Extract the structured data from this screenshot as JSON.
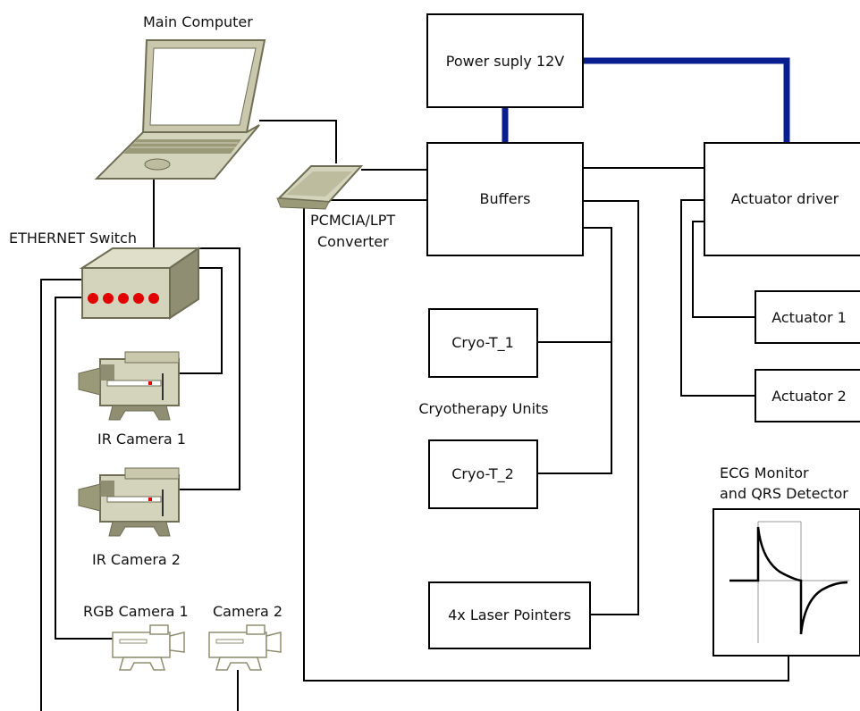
{
  "labels": {
    "main_computer": "Main Computer",
    "ethernet_switch": "ETHERNET Switch",
    "pcmcia_line1": "PCMCIA/LPT",
    "pcmcia_line2": "Converter",
    "ir_camera_1": "IR Camera 1",
    "ir_camera_2": "IR Camera 2",
    "rgb_camera_1": "RGB Camera 1",
    "camera_2": "Camera 2",
    "cryotherapy_units": "Cryotherapy Units",
    "ecg_line1": "ECG Monitor",
    "ecg_line2": "and QRS Detector"
  },
  "boxes": {
    "power_supply": "Power suply 12V",
    "buffers": "Buffers",
    "actuator_driver": "Actuator driver",
    "cryo_t1": "Cryo-T_1",
    "cryo_t2": "Cryo-T_2",
    "laser_pointers": "4x Laser Pointers",
    "actuator_1": "Actuator 1",
    "actuator_2": "Actuator 2"
  },
  "colors": {
    "power_line": "#0a1f8f",
    "device_body": "#d4d3bb",
    "device_dark": "#8f8e72",
    "switch_led": "#e00000"
  },
  "icons": {
    "computer": "laptop-icon",
    "switch": "ethernet-switch-icon",
    "converter": "pcmcia-card-icon",
    "ir_camera": "video-camera-icon",
    "rgb_camera": "camera-outline-icon",
    "ecg": "ecg-waveform-icon"
  }
}
